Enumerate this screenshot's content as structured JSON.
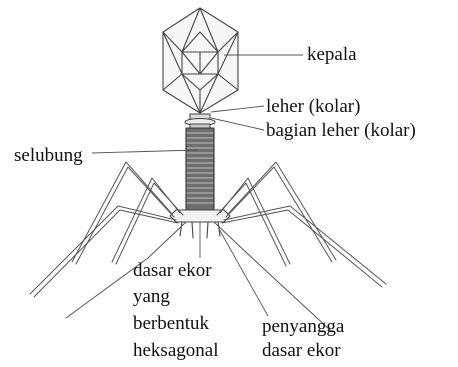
{
  "labels": {
    "head": "kepala",
    "collar": "leher (kolar)",
    "collar_part": "bagian leher (kolar)",
    "sheath": "selubung",
    "base_plate": [
      "dasar ekor",
      "yang",
      "berbentuk",
      "heksagonal"
    ],
    "tail_pins": [
      "penyangga",
      "dasar ekor"
    ]
  }
}
